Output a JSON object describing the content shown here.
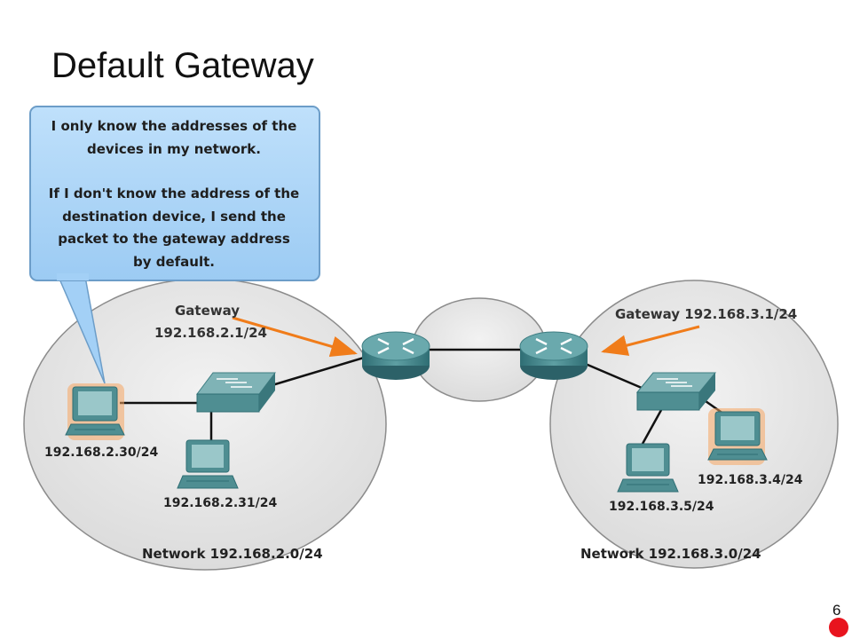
{
  "title": "Default Gateway",
  "callout": {
    "line1": "I only know the addresses of the",
    "line2": "devices in my network.",
    "line3": "If I don't know the address of the",
    "line4": "destination device, I send the",
    "line5": "packet to the gateway address",
    "line6": "by default."
  },
  "left_network": {
    "gateway_label": "Gateway",
    "gateway_address": "192.168.2.1/24",
    "pc_highlighted_address": "192.168.2.30/24",
    "pc_address": "192.168.2.31/24",
    "network_label": "Network 192.168.2.0/24"
  },
  "right_network": {
    "gateway_label": "Gateway 192.168.3.1/24",
    "pc_highlighted_address": "192.168.3.4/24",
    "pc_address": "192.168.3.5/24",
    "network_label": "Network 192.168.3.0/24"
  },
  "page_number": "6",
  "colors": {
    "network_fill": "#e6e6e6",
    "callout_fill": "#a8d4f8",
    "highlight_orange": "#f07c1a",
    "device_teal": "#4f8e92",
    "page_dot": "#e8141e"
  }
}
